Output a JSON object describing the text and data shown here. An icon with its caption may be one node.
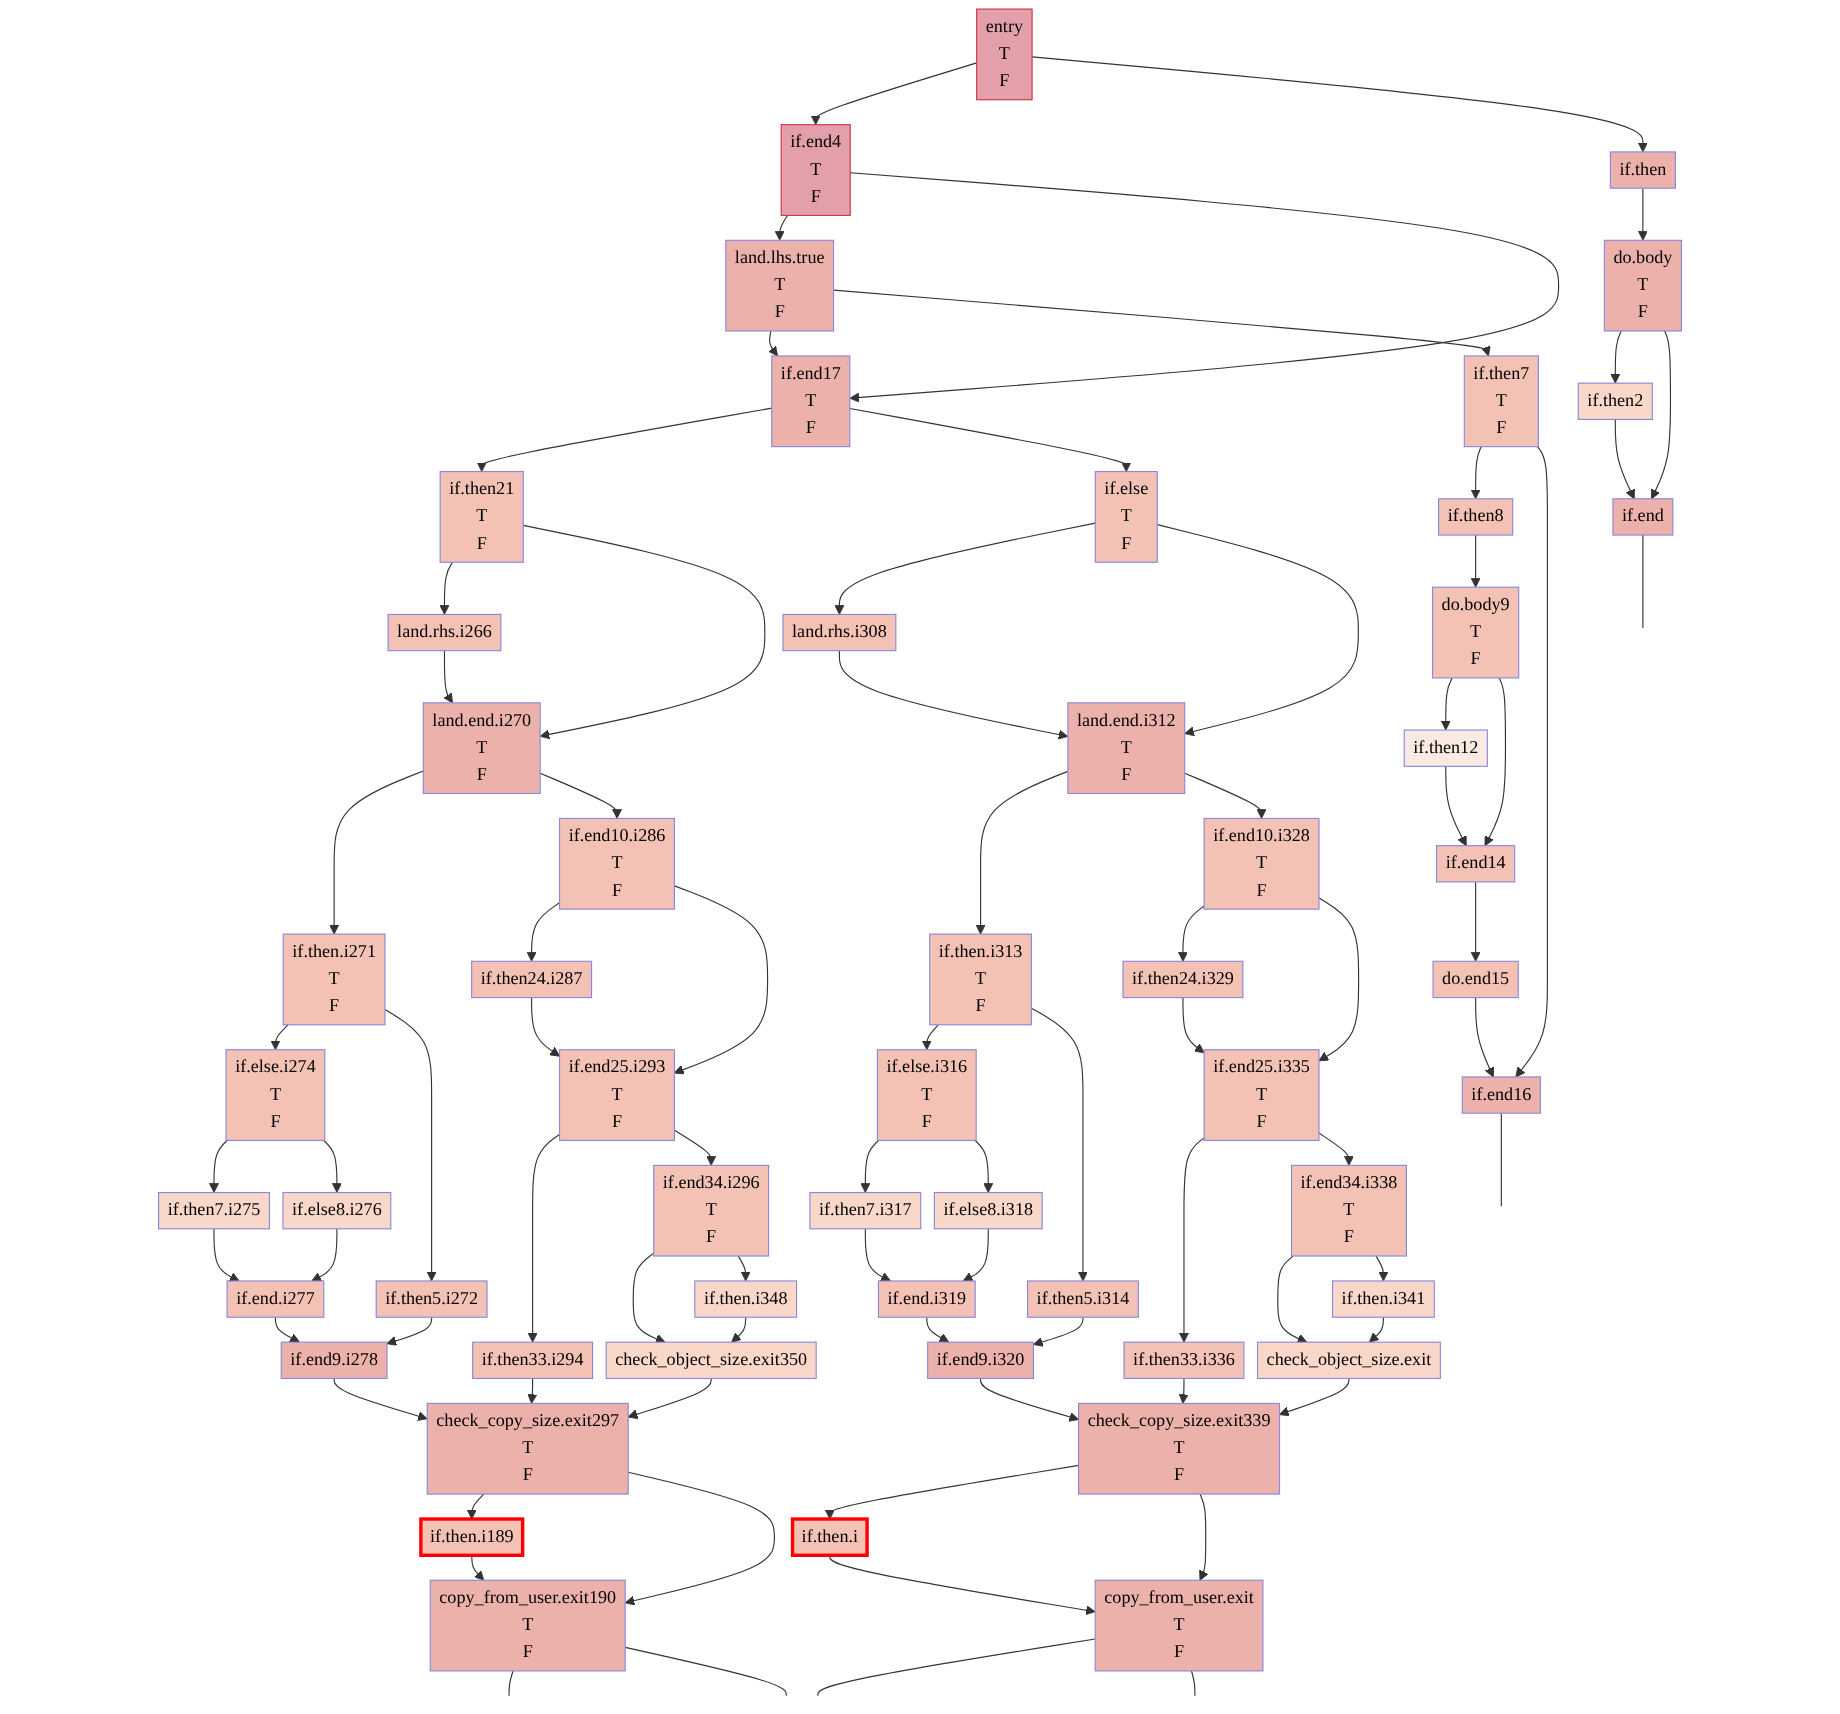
{
  "diagram": {
    "nodes": [
      {
        "text": [
          "entry",
          "T",
          "F"
        ]
      },
      {
        "text": [
          "if.end4",
          "T",
          "F"
        ]
      },
      {
        "text": [
          "if.then"
        ]
      },
      {
        "text": [
          "land.lhs.true",
          "T",
          "F"
        ]
      },
      {
        "text": [
          "do.body",
          "T",
          "F"
        ]
      },
      {
        "text": [
          "if.end17",
          "T",
          "F"
        ]
      },
      {
        "text": [
          "if.then7",
          "T",
          "F"
        ]
      },
      {
        "text": [
          "if.then2"
        ]
      },
      {
        "text": [
          "if.then21",
          "T",
          "F"
        ]
      },
      {
        "text": [
          "if.else",
          "T",
          "F"
        ]
      },
      {
        "text": [
          "if.then8"
        ]
      },
      {
        "text": [
          "if.end"
        ]
      },
      {
        "text": [
          "land.rhs.i266"
        ]
      },
      {
        "text": [
          "land.rhs.i308"
        ]
      },
      {
        "text": [
          "do.body9",
          "T",
          "F"
        ]
      },
      {
        "text": [
          "land.end.i270",
          "T",
          "F"
        ]
      },
      {
        "text": [
          "land.end.i312",
          "T",
          "F"
        ]
      },
      {
        "text": [
          "if.then12"
        ]
      },
      {
        "text": [
          "if.then.i271",
          "T",
          "F"
        ]
      },
      {
        "text": [
          "if.end10.i286",
          "T",
          "F"
        ]
      },
      {
        "text": [
          "if.then.i313",
          "T",
          "F"
        ]
      },
      {
        "text": [
          "if.end10.i328",
          "T",
          "F"
        ]
      },
      {
        "text": [
          "if.end14"
        ]
      },
      {
        "text": [
          "if.else.i274",
          "T",
          "F"
        ]
      },
      {
        "text": [
          "if.then5.i272"
        ]
      },
      {
        "text": [
          "if.then24.i287"
        ]
      },
      {
        "text": [
          "if.else.i316",
          "T",
          "F"
        ]
      },
      {
        "text": [
          "if.then24.i329"
        ]
      },
      {
        "text": [
          "do.end15"
        ]
      },
      {
        "text": [
          "if.then7.i275"
        ]
      },
      {
        "text": [
          "if.else8.i276"
        ]
      },
      {
        "text": [
          "if.end25.i293",
          "T",
          "F"
        ]
      },
      {
        "text": [
          "if.then7.i317"
        ]
      },
      {
        "text": [
          "if.else8.i318"
        ]
      },
      {
        "text": [
          "if.end25.i335",
          "T",
          "F"
        ]
      },
      {
        "text": [
          "if.end16"
        ]
      },
      {
        "text": [
          "if.end.i277"
        ]
      },
      {
        "text": [
          "if.end34.i296",
          "T",
          "F"
        ]
      },
      {
        "text": [
          "if.end.i319"
        ]
      },
      {
        "text": [
          "if.then5.i314"
        ]
      },
      {
        "text": [
          "if.end34.i338",
          "T",
          "F"
        ]
      },
      {
        "text": [
          "if.end9.i278"
        ]
      },
      {
        "text": [
          "if.then.i348"
        ]
      },
      {
        "text": [
          "if.end9.i320"
        ]
      },
      {
        "text": [
          "if.then.i341"
        ]
      },
      {
        "text": [
          "if.then33.i294"
        ]
      },
      {
        "text": [
          "check_object_size.exit350"
        ]
      },
      {
        "text": [
          "if.then33.i336"
        ]
      },
      {
        "text": [
          "check_object_size.exit"
        ]
      },
      {
        "text": [
          "check_copy_size.exit297",
          "T",
          "F"
        ]
      },
      {
        "text": [
          "check_copy_size.exit339",
          "T",
          "F"
        ]
      },
      {
        "text": [
          "if.then.i189"
        ]
      },
      {
        "text": [
          "if.then.i"
        ]
      },
      {
        "text": [
          "copy_from_user.exit190",
          "T",
          "F"
        ]
      },
      {
        "text": [
          "copy_from_user.exit",
          "T",
          "F"
        ]
      }
    ],
    "edges": [
      {
        "from": 0,
        "to": 1,
        "arrow": "to"
      },
      {
        "from": 0,
        "to": 2,
        "arrow": "to"
      },
      {
        "from": 1,
        "to": 3,
        "arrow": "to"
      },
      {
        "from": 1,
        "to": 5,
        "arrow": "to"
      },
      {
        "from": 3,
        "to": 5,
        "arrow": "to"
      },
      {
        "from": 3,
        "to": 6,
        "arrow": "to"
      },
      {
        "from": 2,
        "to": 4,
        "arrow": "to"
      },
      {
        "from": 4,
        "to": 7,
        "arrow": "to"
      },
      {
        "from": 4,
        "to": 11,
        "arrow": "to"
      },
      {
        "from": 7,
        "to": 11,
        "arrow": "to"
      },
      {
        "from": 5,
        "to": 8,
        "arrow": "to"
      },
      {
        "from": 5,
        "to": 9,
        "arrow": "to"
      },
      {
        "from": 6,
        "to": 10,
        "arrow": "to"
      },
      {
        "from": 6,
        "to": 35,
        "arrow": "to"
      },
      {
        "from": 10,
        "to": 14,
        "arrow": "to"
      },
      {
        "from": 8,
        "to": 12,
        "arrow": "to"
      },
      {
        "from": 8,
        "to": 15,
        "arrow": "to"
      },
      {
        "from": 12,
        "to": 15,
        "arrow": "to"
      },
      {
        "from": 9,
        "to": 13,
        "arrow": "to"
      },
      {
        "from": 9,
        "to": 16,
        "arrow": "to"
      },
      {
        "from": 13,
        "to": 16,
        "arrow": "to"
      },
      {
        "from": 14,
        "to": 17,
        "arrow": "to"
      },
      {
        "from": 14,
        "to": 22,
        "arrow": "to"
      },
      {
        "from": 17,
        "to": 22,
        "arrow": "to"
      },
      {
        "from": 22,
        "to": 28,
        "arrow": "to"
      },
      {
        "from": 28,
        "to": 35,
        "arrow": "to"
      },
      {
        "from": 15,
        "to": 18,
        "arrow": "to"
      },
      {
        "from": 15,
        "to": 19,
        "arrow": "to"
      },
      {
        "from": 18,
        "to": 23,
        "arrow": "to"
      },
      {
        "from": 18,
        "to": 24,
        "arrow": "to"
      },
      {
        "from": 19,
        "to": 25,
        "arrow": "to"
      },
      {
        "from": 19,
        "to": 31,
        "arrow": "to"
      },
      {
        "from": 23,
        "to": 29,
        "arrow": "to"
      },
      {
        "from": 23,
        "to": 30,
        "arrow": "to"
      },
      {
        "from": 29,
        "to": 36,
        "arrow": "to"
      },
      {
        "from": 30,
        "to": 36,
        "arrow": "to"
      },
      {
        "from": 36,
        "to": 41,
        "arrow": "to"
      },
      {
        "from": 24,
        "to": 41,
        "arrow": "to"
      },
      {
        "from": 25,
        "to": 31,
        "arrow": "to"
      },
      {
        "from": 31,
        "to": 45,
        "arrow": "to"
      },
      {
        "from": 31,
        "to": 37,
        "arrow": "to"
      },
      {
        "from": 37,
        "to": 46,
        "arrow": "to"
      },
      {
        "from": 37,
        "to": 42,
        "arrow": "to"
      },
      {
        "from": 42,
        "to": 46,
        "arrow": "to"
      },
      {
        "from": 41,
        "to": 49,
        "arrow": "to"
      },
      {
        "from": 45,
        "to": 49,
        "arrow": "to"
      },
      {
        "from": 46,
        "to": 49,
        "arrow": "to"
      },
      {
        "from": 49,
        "to": 51,
        "arrow": "to"
      },
      {
        "from": 49,
        "to": 53,
        "arrow": "to"
      },
      {
        "from": 51,
        "to": 53,
        "arrow": "to"
      },
      {
        "from": 16,
        "to": 20,
        "arrow": "to"
      },
      {
        "from": 16,
        "to": 21,
        "arrow": "to"
      },
      {
        "from": 20,
        "to": 26,
        "arrow": "to"
      },
      {
        "from": 20,
        "to": 39,
        "arrow": "to"
      },
      {
        "from": 26,
        "to": 32,
        "arrow": "to"
      },
      {
        "from": 26,
        "to": 33,
        "arrow": "to"
      },
      {
        "from": 32,
        "to": 38,
        "arrow": "to"
      },
      {
        "from": 33,
        "to": 38,
        "arrow": "to"
      },
      {
        "from": 38,
        "to": 43,
        "arrow": "to"
      },
      {
        "from": 39,
        "to": 43,
        "arrow": "to"
      },
      {
        "from": 21,
        "to": 27,
        "arrow": "to"
      },
      {
        "from": 21,
        "to": 34,
        "arrow": "to"
      },
      {
        "from": 27,
        "to": 34,
        "arrow": "to"
      },
      {
        "from": 34,
        "to": 47,
        "arrow": "to"
      },
      {
        "from": 34,
        "to": 40,
        "arrow": "to"
      },
      {
        "from": 40,
        "to": 48,
        "arrow": "to"
      },
      {
        "from": 40,
        "to": 44,
        "arrow": "to"
      },
      {
        "from": 44,
        "to": 48,
        "arrow": "to"
      },
      {
        "from": 43,
        "to": 50,
        "arrow": "to"
      },
      {
        "from": 47,
        "to": 50,
        "arrow": "to"
      },
      {
        "from": 48,
        "to": 50,
        "arrow": "to"
      },
      {
        "from": 50,
        "to": 52,
        "arrow": "to"
      },
      {
        "from": 50,
        "to": 54,
        "arrow": "to"
      },
      {
        "from": 52,
        "to": 54,
        "arrow": "to"
      },
      {
        "from": 53,
        "to": null,
        "arrow": "none"
      },
      {
        "from": 53,
        "to": null,
        "arrow": "none"
      },
      {
        "from": 54,
        "to": null,
        "arrow": "none"
      },
      {
        "from": 54,
        "to": null,
        "arrow": "none"
      },
      {
        "from": 11,
        "to": null,
        "arrow": "none"
      },
      {
        "from": 35,
        "to": null,
        "arrow": "none"
      }
    ]
  }
}
